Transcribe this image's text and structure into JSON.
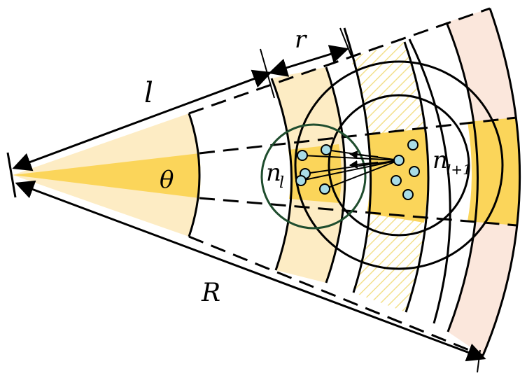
{
  "labels": {
    "l": "l",
    "r": "r",
    "theta": "θ",
    "R": "R",
    "n_l_main": "n",
    "n_l_sub": "l",
    "n_l1_main": "n",
    "n_l1_sub": "l+1"
  },
  "colors": {
    "light_band": "#fdecc4",
    "dark_band": "#fbd55a",
    "far_band": "#fbe7dc",
    "hatch": "#f3e08c",
    "dot_fill": "#a9dce6",
    "green_circle": "#1f4d2e",
    "stroke": "#000000"
  }
}
